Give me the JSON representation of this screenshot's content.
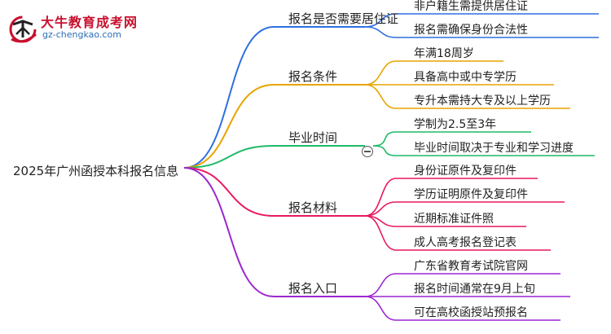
{
  "logo": {
    "title": "大牛教育成考网",
    "url": "gz-chengkao.com"
  },
  "mindmap": {
    "root": "2025年广州函授本科报名信息",
    "branches": [
      {
        "label": "报名是否需要居住证",
        "color": "#2f6fe0",
        "children": [
          "非户籍生需提供居住证",
          "报名需确保身份合法性"
        ]
      },
      {
        "label": "报名条件",
        "color": "#e8a400",
        "children": [
          "年满18周岁",
          "具备高中或中专学历",
          "专升本需持大专及以上学历"
        ]
      },
      {
        "label": "毕业时间",
        "color": "#1fba66",
        "collapsible": true,
        "children": [
          "学制为2.5至3年",
          "毕业时间取决于专业和学习进度"
        ]
      },
      {
        "label": "报名材料",
        "color": "#e8185e",
        "children": [
          "身份证原件及复印件",
          "学历证明原件及复印件",
          "近期标准证件照",
          "成人高考报名登记表"
        ]
      },
      {
        "label": "报名入口",
        "color": "#9b27d0",
        "children": [
          "广东省教育考试院官网",
          "报名时间通常在9月上旬",
          "可在高校函授站预报名"
        ]
      }
    ]
  }
}
